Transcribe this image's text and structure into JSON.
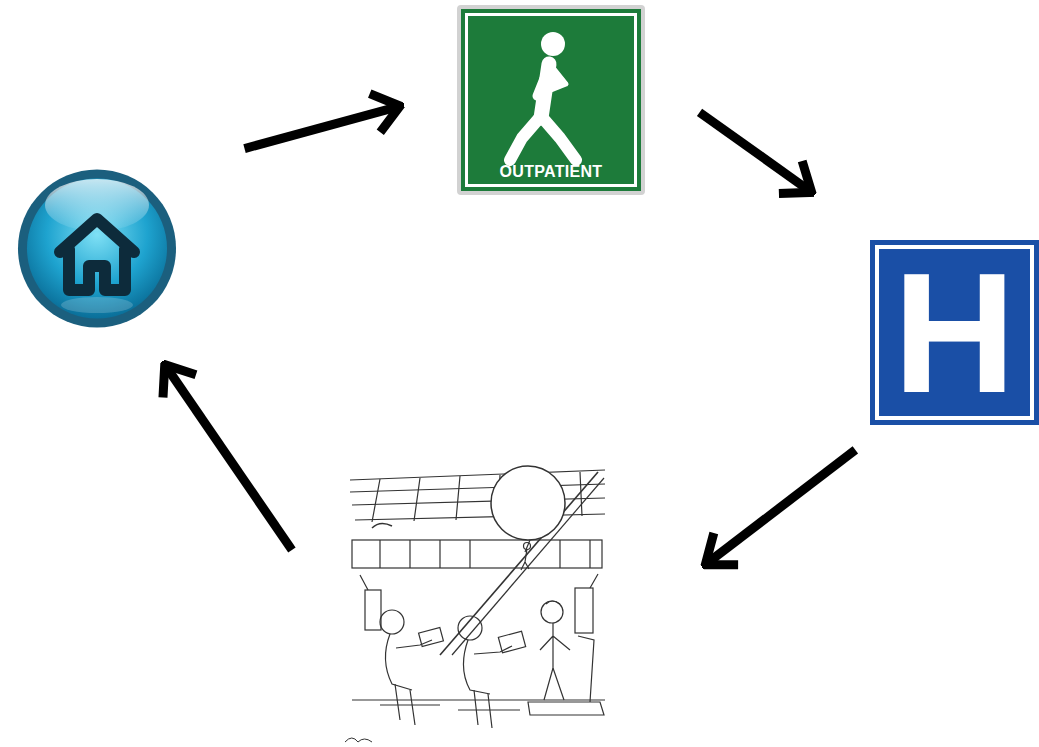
{
  "diagram": {
    "nodes": [
      {
        "text": []
      },
      {
        "text": [
          "OUTPATIENT"
        ]
      },
      {
        "text": [
          "H"
        ]
      },
      {
        "text": []
      }
    ],
    "edges": [
      {
        "from": 0,
        "to": 1,
        "arrow": "to"
      },
      {
        "from": 1,
        "to": 2,
        "arrow": "to"
      },
      {
        "from": 2,
        "to": 3,
        "arrow": "to"
      },
      {
        "from": 3,
        "to": 0,
        "arrow": "to"
      }
    ]
  }
}
